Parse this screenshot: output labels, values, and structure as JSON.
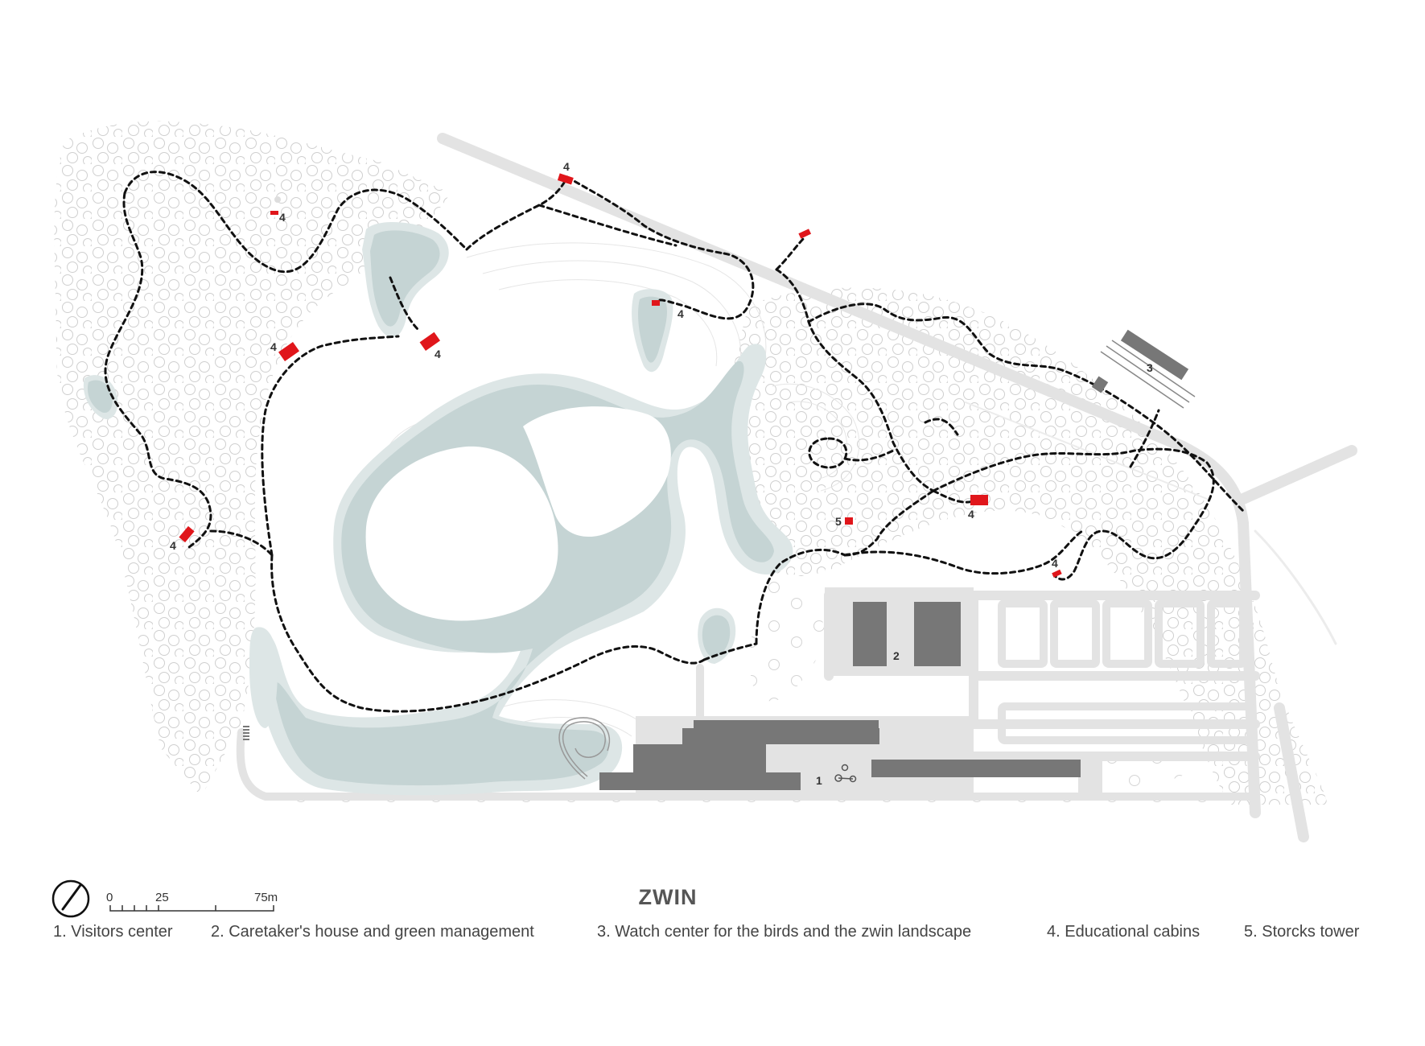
{
  "title": "ZWIN",
  "scale_bar": {
    "labels": [
      "0",
      "25",
      "75m"
    ]
  },
  "map_labels": {
    "visitors_center": "1",
    "caretakers_house": "2",
    "watch_center": "3",
    "cabin": "4",
    "storcks_tower": "5"
  },
  "legend": [
    "1. Visitors center",
    "2. Caretaker's house and green management",
    "3. Watch center for the birds and the zwin landscape",
    "4. Educational cabins",
    "5. Storcks tower"
  ],
  "icons": {
    "north_arrow": "north-arrow-icon"
  },
  "colors": {
    "water": "#c5d4d4",
    "water_edge": "#dde6e6",
    "paths_roads": "#e3e3e3",
    "buildings": "#777777",
    "cabins": "#e0161b",
    "trail": "#111111",
    "trees": "#cfcfcf"
  }
}
